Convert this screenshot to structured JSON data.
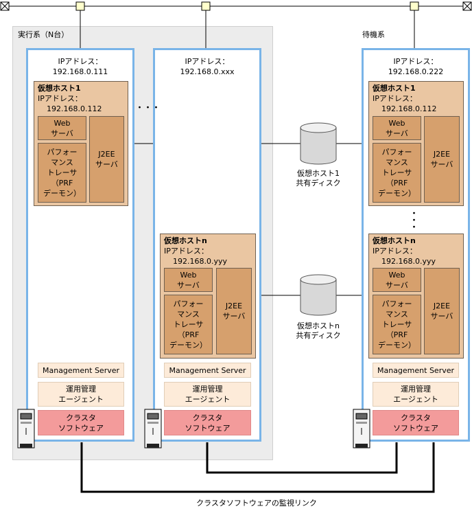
{
  "active_group": {
    "label": "実行系（N台）"
  },
  "standby_group": {
    "label": "待機系"
  },
  "servers": {
    "s1": {
      "ip_label": "IPアドレス：",
      "ip": "192.168.0.111"
    },
    "s2": {
      "ip_label": "IPアドレス：",
      "ip": "192.168.0.xxx"
    },
    "s3": {
      "ip_label": "IPアドレス：",
      "ip": "192.168.0.222"
    }
  },
  "virtual_host_1": {
    "title": "仮想ホスト1",
    "ip_label": "IPアドレス：",
    "ip": "192.168.0.112"
  },
  "virtual_host_n": {
    "title": "仮想ホストn",
    "ip_label": "IPアドレス：",
    "ip": "192.168.0.yyy"
  },
  "components": {
    "web_server": "Web\nサーバ",
    "prf_daemon": "パフォー\nマンス\nトレーサ\n（PRF\nデーモン）",
    "j2ee_server": "J2EE\nサーバ",
    "management_server": "Management Server",
    "ops_agent": "運用管理\nエージェント",
    "cluster_software": "クラスタ\nソフトウェア"
  },
  "disks": {
    "disk1": "仮想ホスト1\n共有ディスク",
    "diskn": "仮想ホストn\n共有ディスク"
  },
  "ellipsis": {
    "horizontal": "・・・",
    "vertical": "・\n・\n・"
  },
  "monitoring_link": {
    "label": "クラスタソフトウェアの監視リンク"
  }
}
